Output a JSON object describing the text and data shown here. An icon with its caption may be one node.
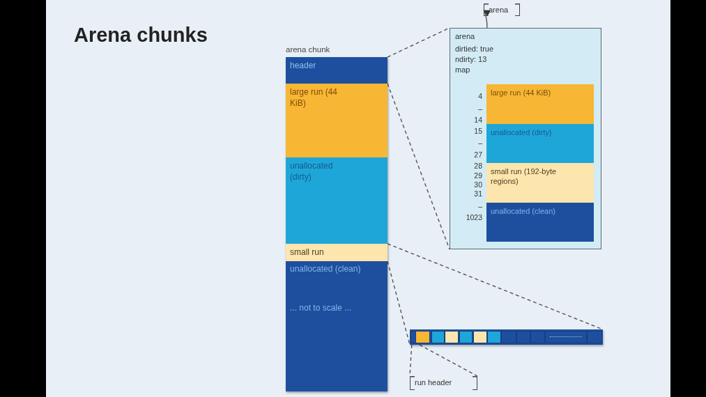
{
  "diagram": {
    "title": "Arena chunks",
    "nodes": [
      {
        "text": [
          "arena chunk"
        ]
      },
      {
        "text": [
          "header"
        ],
        "in": 0
      },
      {
        "text": [
          "large run (44 KiB)"
        ],
        "in": 0
      },
      {
        "text": [
          "unallocated (dirty)"
        ],
        "in": 0
      },
      {
        "text": [
          "small run"
        ],
        "in": 0
      },
      {
        "text": [
          "unallocated (clean)",
          "... not to scale ..."
        ],
        "in": 0
      },
      {
        "text": [
          "dirtied: true",
          "ndirty: 13",
          "map"
        ]
      },
      {
        "text": [
          "arena"
        ],
        "in": 6
      },
      {
        "text": [
          "large run (44 KiB)"
        ],
        "in": 6
      },
      {
        "text": [
          "unallocated (dirty)"
        ],
        "in": 6
      },
      {
        "text": [
          "small run (192-byte regions)"
        ],
        "in": 6
      },
      {
        "text": [
          "unallocated (clean)"
        ],
        "in": 6
      },
      {
        "text": [
          "arena"
        ]
      },
      {
        "text": [],
        "shape": "bar"
      },
      {
        "text": [
          "run header"
        ]
      }
    ],
    "edges": [
      {
        "from": 1,
        "to": 6,
        "arrow": "none",
        "style": "dashed"
      },
      {
        "from": 2,
        "to": 6,
        "arrow": "none",
        "style": "dashed"
      },
      {
        "from": 7,
        "to": 12,
        "arrow": "to"
      },
      {
        "from": 4,
        "to": 13,
        "arrow": "none",
        "style": "dashed"
      },
      {
        "from": 4,
        "to": 13,
        "arrow": "none",
        "style": "dashed"
      },
      {
        "from": 13,
        "to": 14,
        "arrow": "none",
        "style": "dashed"
      },
      {
        "from": 13,
        "to": 14,
        "arrow": "none",
        "style": "dashed"
      }
    ],
    "labels": [
      "4",
      "–",
      "14",
      "15",
      "–",
      "27",
      "28",
      "29",
      "30",
      "31",
      "–",
      "1023"
    ]
  }
}
